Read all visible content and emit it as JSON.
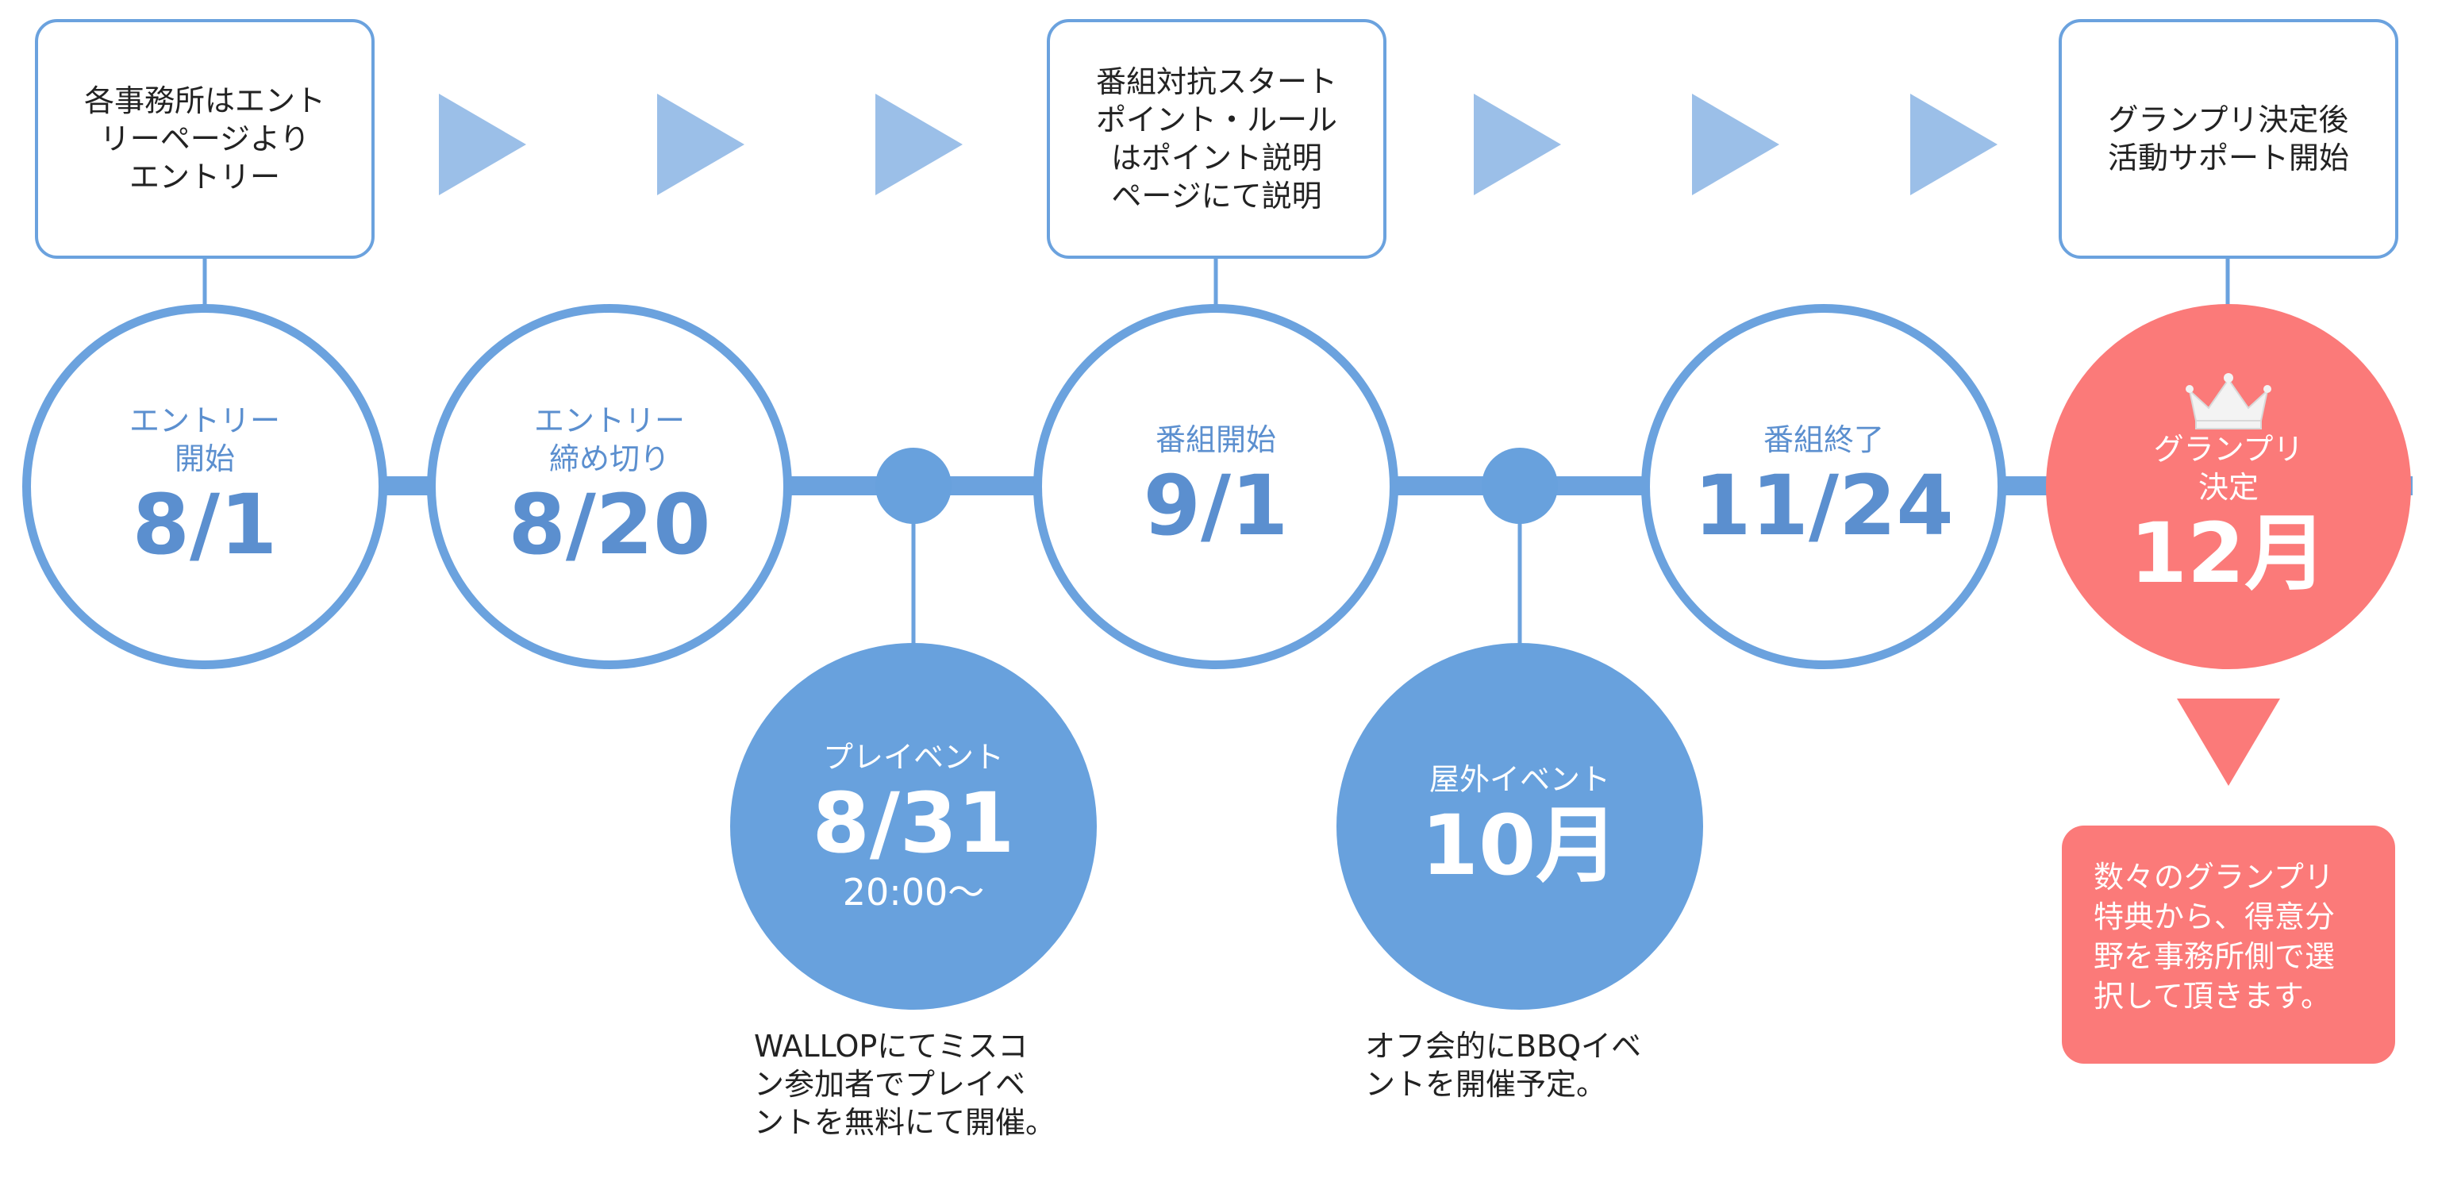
{
  "colors": {
    "accent": "#6ba2de",
    "dot": "#68a1dd",
    "highlight": "#fb7a79",
    "arrow": "#9bbfe8"
  },
  "boxes": {
    "entry": "各事務所はエント\nリーページより\nエントリー",
    "program": "番組対抗スタート\nポイント・ルール\nはポイント説明\nページにて説明",
    "grandprix": "グランプリ決定後\n活動サポート開始"
  },
  "milestones": {
    "entry_start": {
      "label": "エントリー\n開始",
      "date": "8/1"
    },
    "entry_close": {
      "label": "エントリー\n締め切り",
      "date": "8/20"
    },
    "program_start": {
      "label": "番組開始",
      "date": "9/1"
    },
    "program_end": {
      "label": "番組終了",
      "date": "11/24"
    },
    "grandprix": {
      "label": "グランプリ\n決定",
      "date": "12月",
      "icon": "crown-icon"
    }
  },
  "events": {
    "pre_event": {
      "label": "プレイベント",
      "date": "8/31",
      "time": "20:00〜",
      "note": "WALLOPにてミスコ\nン参加者でプレイベ\nントを無料にて開催。"
    },
    "outdoor": {
      "label": "屋外イベント",
      "date": "10月",
      "note": "オフ会的にBBQイベ\nントを開催予定。"
    }
  },
  "benefit": "数々のグランプリ\n特典から、得意分\n野を事務所側で選\n択して頂きます。"
}
